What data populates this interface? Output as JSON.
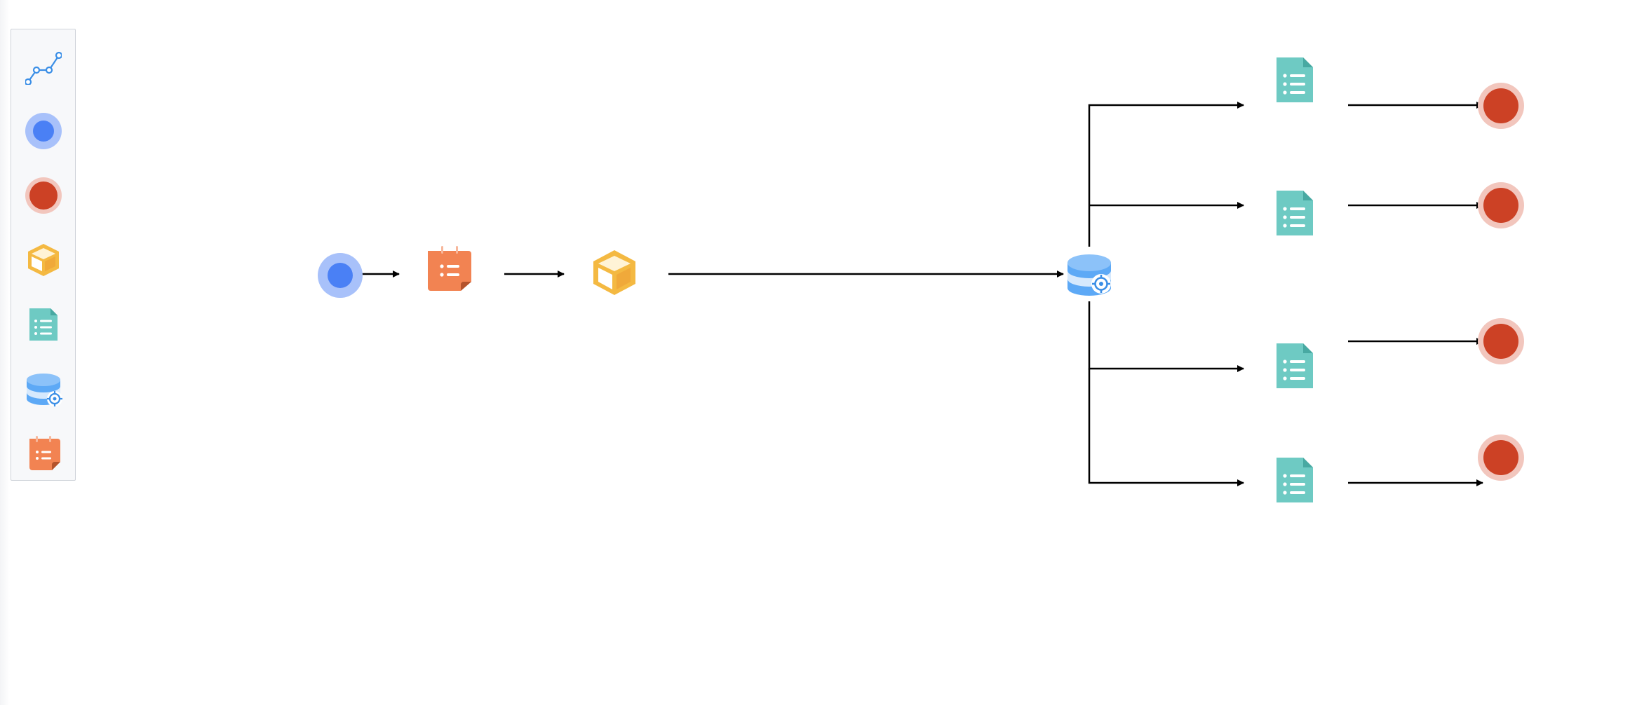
{
  "palette": {
    "tools": [
      {
        "icon": "edge-connector-icon"
      },
      {
        "icon": "start-event-icon"
      },
      {
        "icon": "end-event-icon"
      },
      {
        "icon": "cube-icon"
      },
      {
        "icon": "document-icon"
      },
      {
        "icon": "database-icon"
      },
      {
        "icon": "calendar-task-icon"
      }
    ]
  },
  "colors": {
    "start_event": "#4a80f5",
    "start_halo": "#a8c1fa",
    "end_event": "#cc4125",
    "end_halo": "#f2c6bd",
    "task": "#f28352",
    "cube": "#f4b942",
    "document": "#6ecac3",
    "database": "#5da9f6",
    "edge": "#000000"
  },
  "diagram": {
    "nodes": [
      {
        "id": "start",
        "icon": "start-event-icon"
      },
      {
        "id": "task",
        "icon": "calendar-task-icon"
      },
      {
        "id": "cube",
        "icon": "cube-icon"
      },
      {
        "id": "database",
        "icon": "database-icon"
      },
      {
        "id": "doc-1",
        "icon": "document-icon"
      },
      {
        "id": "doc-2",
        "icon": "document-icon"
      },
      {
        "id": "doc-3",
        "icon": "document-icon"
      },
      {
        "id": "doc-4",
        "icon": "document-icon"
      },
      {
        "id": "end-1",
        "icon": "end-event-icon"
      },
      {
        "id": "end-2",
        "icon": "end-event-icon"
      },
      {
        "id": "end-3",
        "icon": "end-event-icon"
      },
      {
        "id": "end-4",
        "icon": "end-event-icon"
      }
    ],
    "edges": [
      {
        "from": "start",
        "to": "task"
      },
      {
        "from": "task",
        "to": "cube"
      },
      {
        "from": "cube",
        "to": "database"
      },
      {
        "from": "database",
        "to": "doc-1"
      },
      {
        "from": "database",
        "to": "doc-2"
      },
      {
        "from": "database",
        "to": "doc-3"
      },
      {
        "from": "database",
        "to": "doc-4"
      },
      {
        "from": "doc-1",
        "to": "end-1"
      },
      {
        "from": "doc-2",
        "to": "end-2"
      },
      {
        "from": "doc-3",
        "to": "end-3"
      },
      {
        "from": "doc-4",
        "to": "end-4"
      }
    ]
  }
}
